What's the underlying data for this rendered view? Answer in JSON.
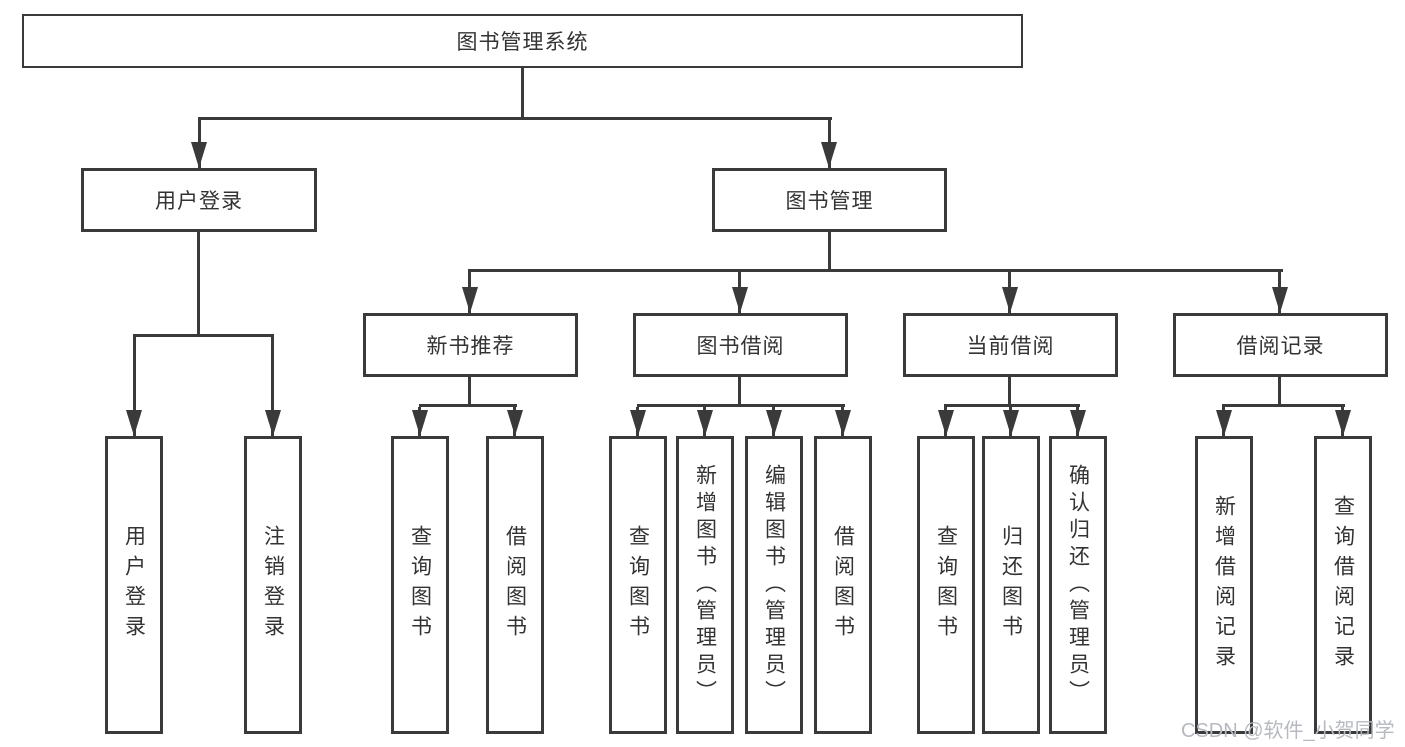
{
  "diagram": {
    "root": {
      "label": "图书管理系统"
    },
    "level2": [
      {
        "label": "用户登录"
      },
      {
        "label": "图书管理"
      }
    ],
    "level3": [
      {
        "label": "新书推荐"
      },
      {
        "label": "图书借阅"
      },
      {
        "label": "当前借阅"
      },
      {
        "label": "借阅记录"
      }
    ],
    "leaves": [
      {
        "label": "用户登录",
        "parent": "用户登录"
      },
      {
        "label": "注销登录",
        "parent": "用户登录"
      },
      {
        "label": "查询图书",
        "parent": "新书推荐"
      },
      {
        "label": "借阅图书",
        "parent": "新书推荐"
      },
      {
        "label": "查询图书",
        "parent": "图书借阅"
      },
      {
        "label": "新增图书（管理员）",
        "parent": "图书借阅"
      },
      {
        "label": "编辑图书（管理员）",
        "parent": "图书借阅"
      },
      {
        "label": "借阅图书",
        "parent": "图书借阅"
      },
      {
        "label": "查询图书",
        "parent": "当前借阅"
      },
      {
        "label": "归还图书",
        "parent": "当前借阅"
      },
      {
        "label": "确认归还（管理员）",
        "parent": "当前借阅"
      },
      {
        "label": "新增借阅记录",
        "parent": "借阅记录"
      },
      {
        "label": "查询借阅记录",
        "parent": "借阅记录"
      }
    ]
  },
  "watermark": {
    "text": "CSDN @软件_小贺同学"
  },
  "colors": {
    "line": "#3a3a3a",
    "text": "#333333",
    "background": "#ffffff",
    "watermark": "#b6bac0"
  }
}
